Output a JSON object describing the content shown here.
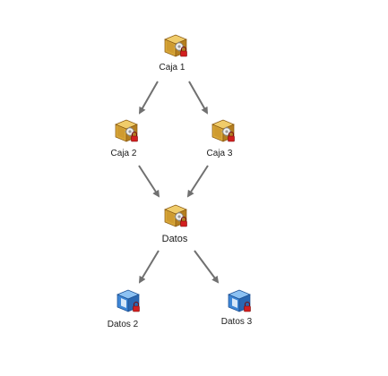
{
  "nodes": [
    {
      "id": "caja1",
      "label": "Caja 1",
      "icon": "gold-box-gear-lock-icon"
    },
    {
      "id": "caja2",
      "label": "Caja 2",
      "icon": "gold-box-gear-lock-icon"
    },
    {
      "id": "caja3",
      "label": "Caja 3",
      "icon": "gold-box-gear-lock-icon"
    },
    {
      "id": "datos",
      "label": "Datos",
      "icon": "gold-box-gear-lock-icon"
    },
    {
      "id": "datos2",
      "label": "Datos 2",
      "icon": "blue-box-lock-icon"
    },
    {
      "id": "datos3",
      "label": "Datos 3",
      "icon": "blue-box-lock-icon"
    }
  ],
  "edges": [
    {
      "from": "caja1",
      "to": "caja2"
    },
    {
      "from": "caja1",
      "to": "caja3"
    },
    {
      "from": "caja2",
      "to": "datos"
    },
    {
      "from": "caja3",
      "to": "datos"
    },
    {
      "from": "datos",
      "to": "datos2"
    },
    {
      "from": "datos",
      "to": "datos3"
    }
  ],
  "colors": {
    "gold_box": "#d9a93b",
    "gold_dark": "#8a5a12",
    "blue_box": "#3d86d6",
    "blue_dark": "#1c4f93",
    "lock": "#d21f1f",
    "arrow": "#707070"
  }
}
